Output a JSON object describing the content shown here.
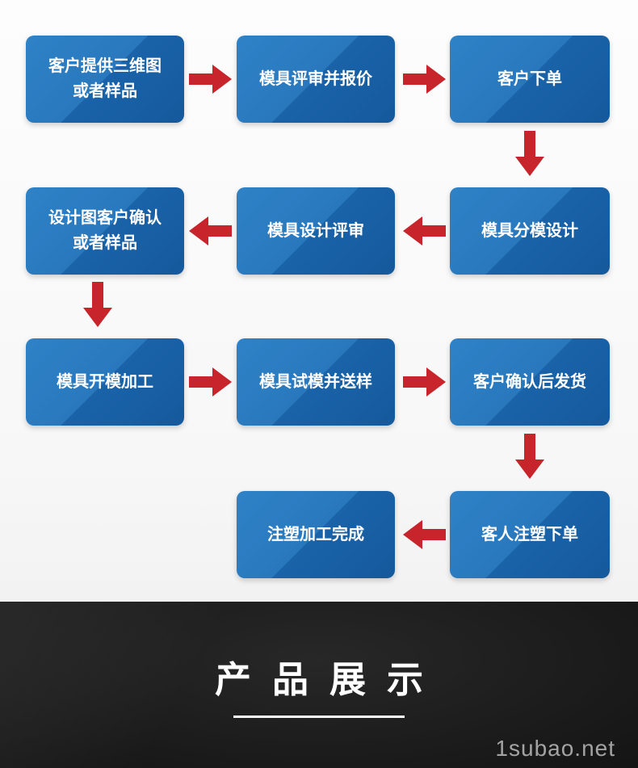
{
  "colors": {
    "box_blue_light": "#2e82c6",
    "box_blue_dark": "#15599c",
    "arrow_red": "#c8242b",
    "banner_bg": "#1c1c1c",
    "text_white": "#ffffff"
  },
  "flow": {
    "boxes": [
      {
        "id": 1,
        "label": "客户提供三维图\n或者样品"
      },
      {
        "id": 2,
        "label": "模具评审并报价"
      },
      {
        "id": 3,
        "label": "客户下单"
      },
      {
        "id": 4,
        "label": "模具分模设计"
      },
      {
        "id": 5,
        "label": "模具设计评审"
      },
      {
        "id": 6,
        "label": "设计图客户确认\n或者样品"
      },
      {
        "id": 7,
        "label": "模具开模加工"
      },
      {
        "id": 8,
        "label": "模具试模并送样"
      },
      {
        "id": 9,
        "label": "客户确认后发货"
      },
      {
        "id": 10,
        "label": "客人注塑下单"
      },
      {
        "id": 11,
        "label": "注塑加工完成"
      }
    ],
    "edges": [
      {
        "from": 1,
        "to": 2,
        "direction": "right"
      },
      {
        "from": 2,
        "to": 3,
        "direction": "right"
      },
      {
        "from": 3,
        "to": 4,
        "direction": "down"
      },
      {
        "from": 4,
        "to": 5,
        "direction": "left"
      },
      {
        "from": 5,
        "to": 6,
        "direction": "left"
      },
      {
        "from": 6,
        "to": 7,
        "direction": "down"
      },
      {
        "from": 7,
        "to": 8,
        "direction": "right"
      },
      {
        "from": 8,
        "to": 9,
        "direction": "right"
      },
      {
        "from": 9,
        "to": 10,
        "direction": "down"
      },
      {
        "from": 10,
        "to": 11,
        "direction": "left"
      }
    ]
  },
  "banner": {
    "title": "产品展示",
    "watermark": "1subao.net"
  }
}
